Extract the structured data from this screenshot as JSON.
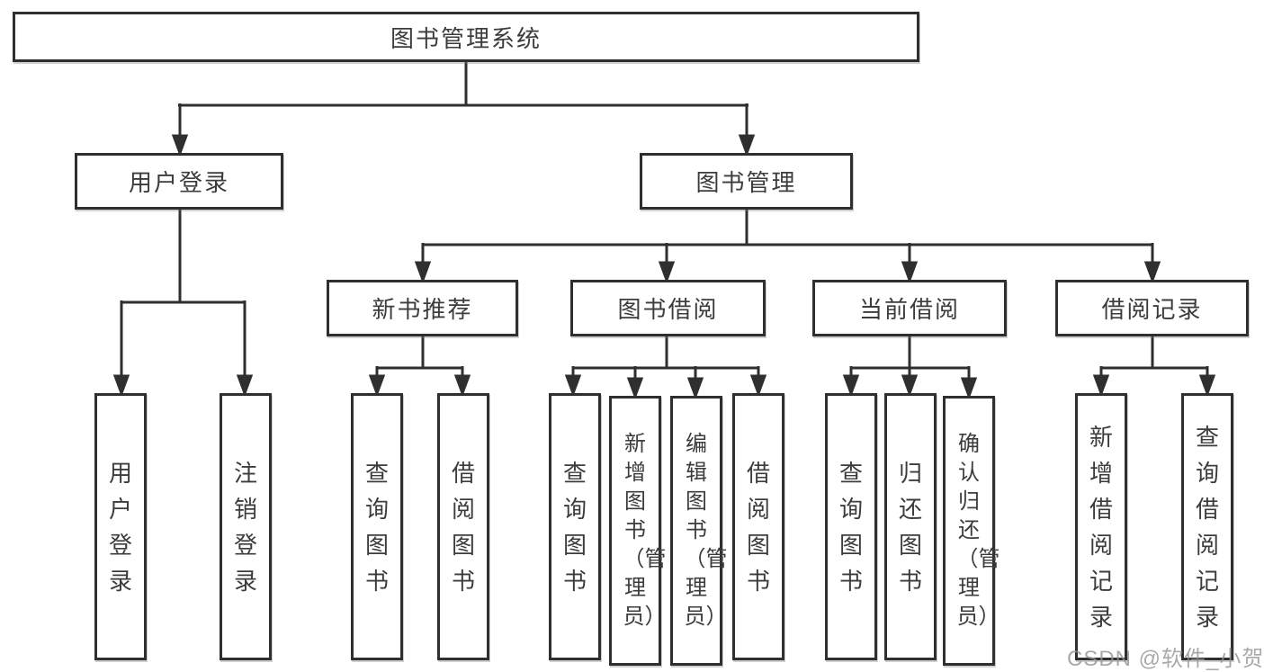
{
  "diagram": {
    "type": "hierarchy",
    "root": {
      "label": "图书管理系统"
    },
    "children": [
      {
        "label": "用户登录",
        "children": [
          {
            "label": "用户登录"
          },
          {
            "label": "注销登录"
          }
        ]
      },
      {
        "label": "图书管理",
        "children": [
          {
            "label": "新书推荐",
            "children": [
              {
                "label": "查询图书"
              },
              {
                "label": "借阅图书"
              }
            ]
          },
          {
            "label": "图书借阅",
            "children": [
              {
                "label": "查询图书"
              },
              {
                "label": "新增图书（管理员）"
              },
              {
                "label": "编辑图书（管理员）"
              },
              {
                "label": "借阅图书"
              }
            ]
          },
          {
            "label": "当前借阅",
            "children": [
              {
                "label": "查询图书"
              },
              {
                "label": "归还图书"
              },
              {
                "label": "确认归还（管理员）"
              }
            ]
          },
          {
            "label": "借阅记录",
            "children": [
              {
                "label": "新增借阅记录"
              },
              {
                "label": "查询借阅记录"
              }
            ]
          }
        ]
      }
    ]
  },
  "watermark": {
    "text": "CSDN @软件_小贺同学"
  },
  "colors": {
    "line": "#2f2f2f",
    "box_border": "#2f2f2f",
    "box_fill": "#ffffff",
    "text": "#3c3c3c",
    "watermark": "#949494",
    "background": "#ffffff"
  }
}
